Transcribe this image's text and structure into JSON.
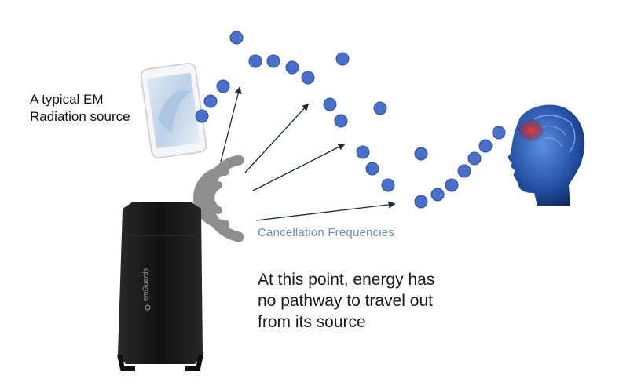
{
  "labels": {
    "source": "A typical EM\nRadiation source",
    "cancellation": "Cancellation Frequencies",
    "statement": "At this point, energy has\nno pathway to travel out\nfrom its source"
  },
  "device": {
    "brand": "emGuarde"
  },
  "icons": [
    "phone-icon",
    "wifi-signal-icon",
    "brain-head-icon",
    "emguarde-device-icon"
  ],
  "colors": {
    "dot_fill": "#4a6fc9",
    "dot_stroke": "#2d4ea0",
    "arrow": "#1f2b3a",
    "signal_arcs": "#8e8e8e",
    "device_body": "#141414",
    "label_blue": "#6f8db1",
    "brain_accent": "#d22020",
    "head_blue": "#1f4fa8"
  }
}
